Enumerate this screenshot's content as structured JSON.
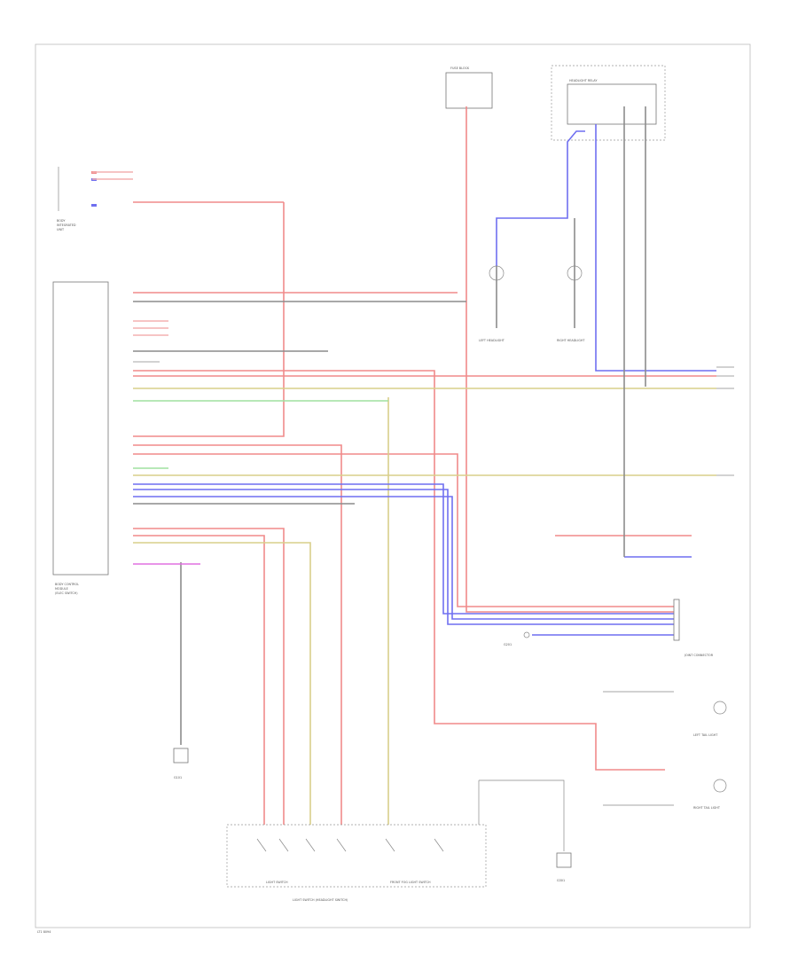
{
  "diagram": {
    "footer_id": "LT1 8094",
    "top_left_module_labels": [
      "BODY",
      "INTEGRATED",
      "UNIT"
    ],
    "left_module_labels": [
      "BODY CONTROL",
      "MODULE",
      "(ELEC SWITCH)"
    ],
    "switch_caption": "LIGHT SWITCH (HEADLIGHT SWITCH)",
    "switch_sub_left": "LIGHT SWITCH",
    "switch_sub_right": "FRONT FOG LIGHT SWITCH",
    "fuse_box_label": "FUSE BLOCK",
    "relay_box_label": "HEADLIGHT RELAY",
    "left_ground_label": "G101",
    "center_ground_label": "G201",
    "right_ground_label": "G301",
    "left_bulb_label": "LEFT HEADLIGHT",
    "right_bulb_label": "RIGHT HEADLIGHT",
    "right_lamp1_label": "LEFT TAIL LIGHT",
    "right_lamp2_label": "RIGHT TAIL LIGHT",
    "connector_block_label": "JOINT CONNECTOR",
    "colors": {
      "red": "#f08a8a",
      "blue": "#6f6ff0",
      "yellow": "#d9cf8a",
      "green": "#9fe09f",
      "magenta": "#e070e0",
      "gray": "#8c8c8c",
      "pink": "#f3b0b0"
    }
  }
}
